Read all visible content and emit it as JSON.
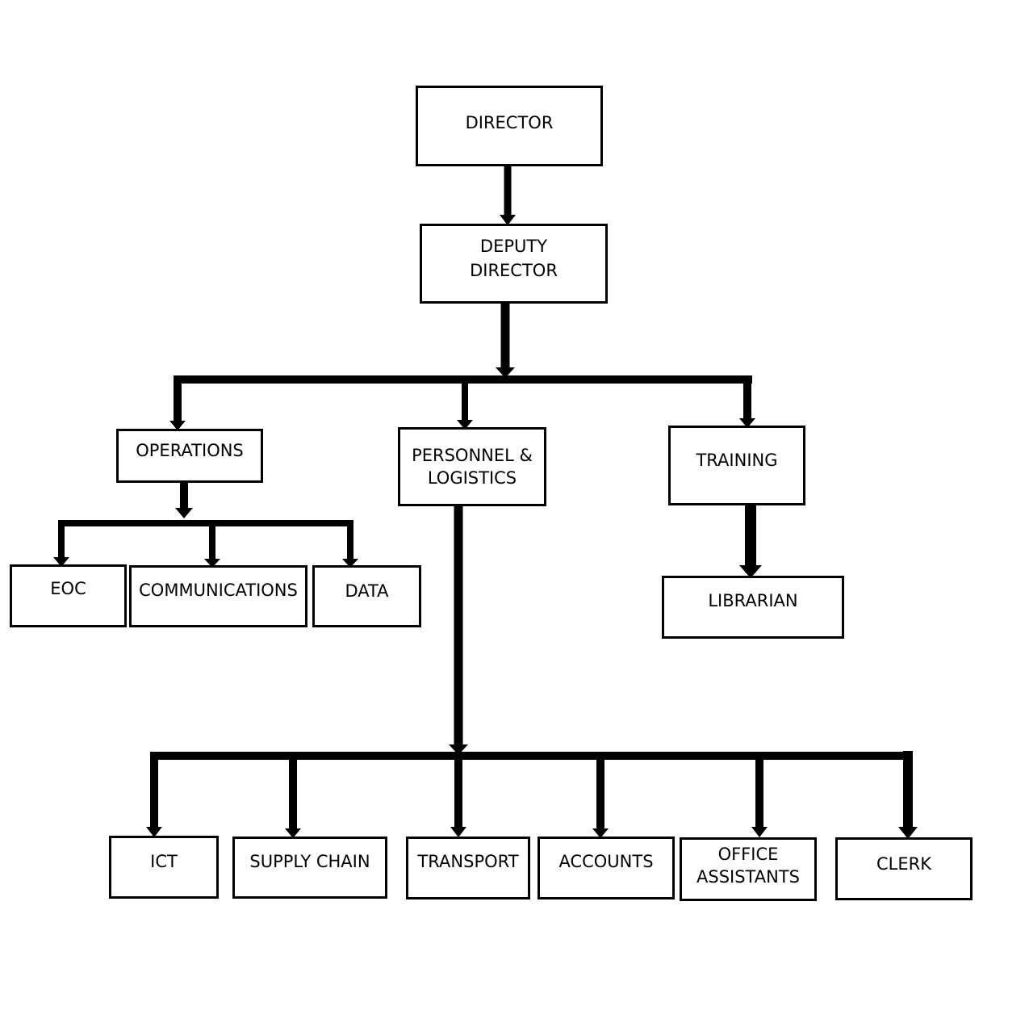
{
  "org_chart": {
    "director": "DIRECTOR",
    "deputy_director": [
      "DEPUTY",
      "DIRECTOR"
    ],
    "operations": "OPERATIONS",
    "personnel_logistics": [
      "PERSONNEL &",
      "LOGISTICS"
    ],
    "training": "TRAINING",
    "eoc": "EOC",
    "communications": "COMMUNICATIONS",
    "data": "DATA",
    "librarian": "LIBRARIAN",
    "ict": "ICT",
    "supply_chain": "SUPPLY CHAIN",
    "transport": "TRANSPORT",
    "accounts": "ACCOUNTS",
    "office_assistants": [
      "OFFICE",
      "ASSISTANTS"
    ],
    "clerk": "CLERK"
  }
}
